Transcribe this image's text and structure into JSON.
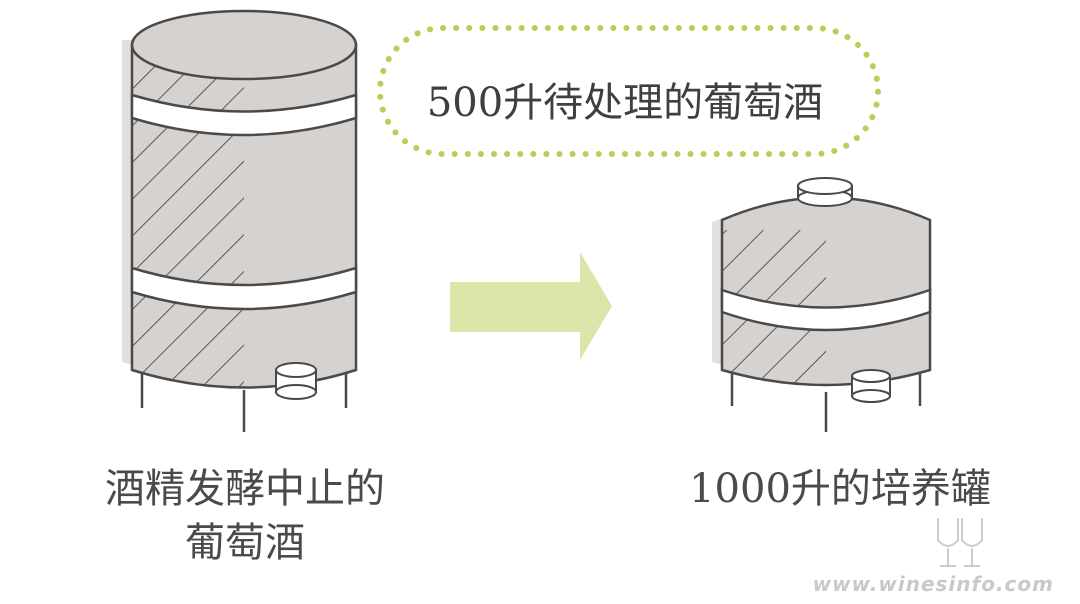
{
  "bubble": {
    "text": "500升待处理的葡萄酒"
  },
  "left_tank": {
    "caption_line1": "酒精发酵中止的",
    "caption_line2": "葡萄酒"
  },
  "right_tank": {
    "caption": "1000升的培养罐"
  },
  "watermark": {
    "text": "www.winesinfo.com"
  },
  "colors": {
    "tank_body": "#d6d2cf",
    "tank_outline": "#4a4a4a",
    "arrow": "#d9e6a8",
    "bubble_dots": "#b6cf5a",
    "hatch": "#4a4a4a"
  },
  "icons": {
    "arrow": "arrow-right-icon",
    "logo": "wine-glass-logo-icon"
  }
}
